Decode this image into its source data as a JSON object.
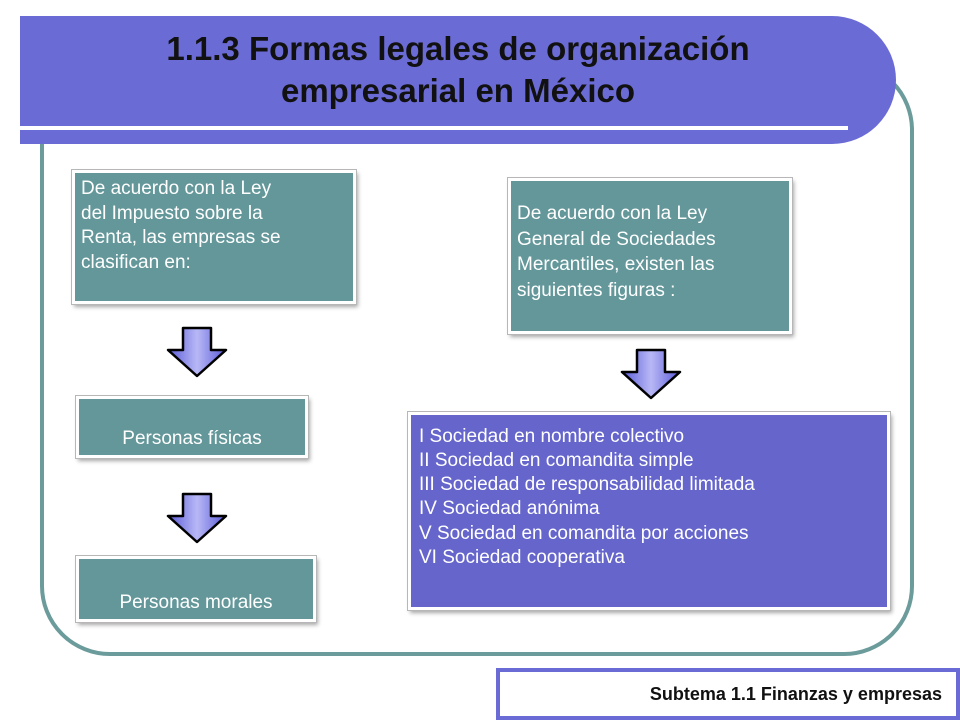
{
  "title": {
    "line1": "1.1.3 Formas legales de organización",
    "line2": "empresarial en México"
  },
  "left": {
    "intro": "De  acuerdo con la Ley\ndel Impuesto sobre la\nRenta, las empresas se\nclasifican en:",
    "item1": "Personas físicas",
    "item2": "Personas morales"
  },
  "right": {
    "intro": "De  acuerdo con la Ley\nGeneral de Sociedades\nMercantiles, existen las\nsiguientes figuras :",
    "figures": [
      "I Sociedad en nombre colectivo",
      "II Sociedad en comandita simple",
      "III Sociedad de responsabilidad limitada",
      "IV Sociedad anónima",
      "V Sociedad en comandita por acciones",
      "VI Sociedad cooperativa"
    ]
  },
  "footer": {
    "subtitle": "Subtema 1.1 Finanzas y empresas"
  },
  "colors": {
    "title_bar": "#6b6bd6",
    "frame": "#6b9b9b",
    "teal_box": "#63979a",
    "blue_box": "#6565cc",
    "arrow_fill": "#7070e0",
    "arrow_stroke": "#000000"
  }
}
